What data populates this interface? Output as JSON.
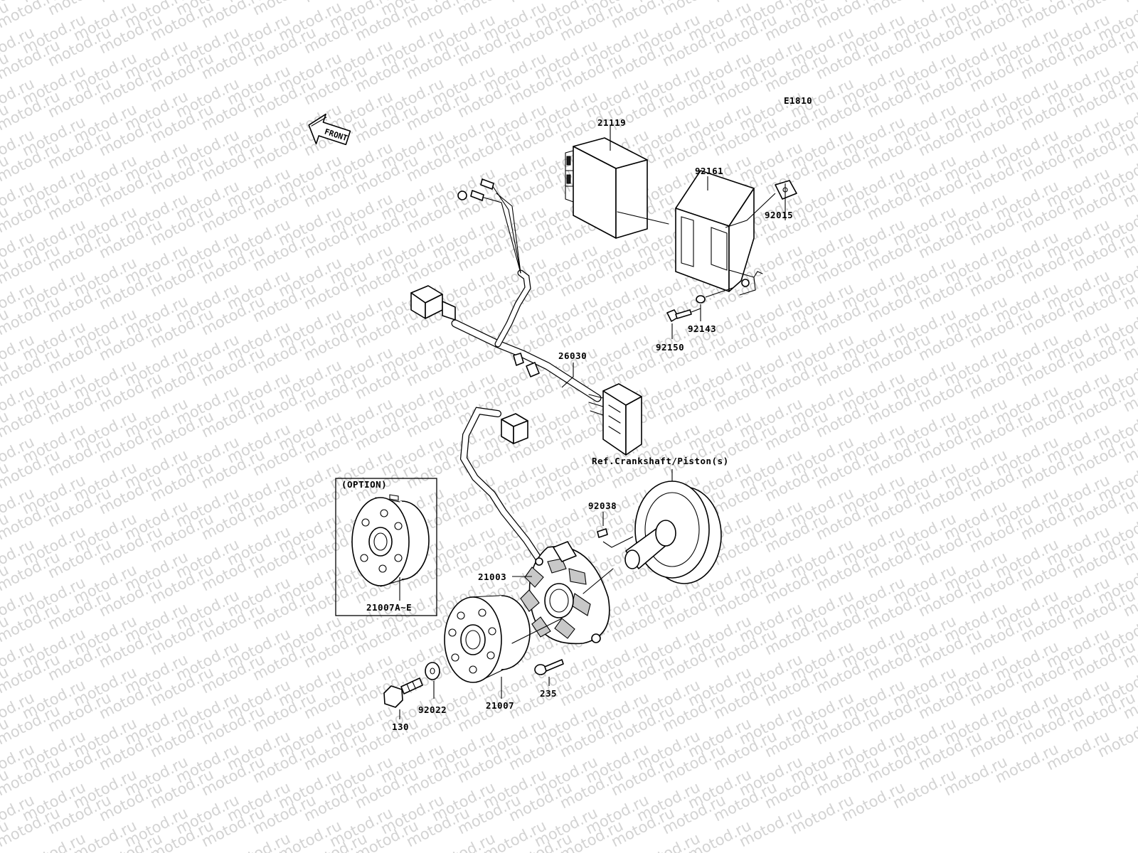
{
  "watermark": "motod.ru",
  "diagram_code": "E1810",
  "front_label": "FRONT",
  "reference_note": "Ref.Crankshaft/Piston(s)",
  "option_box": {
    "title": "(OPTION)",
    "part_number": "21007A~E"
  },
  "parts": {
    "ecu": "21119",
    "regulator": "92161",
    "bracket": "92015",
    "nut": "92143",
    "regulator_bolt": "92150",
    "wire_harness": "26030",
    "key": "92038",
    "stator": "21003",
    "flywheel": "21007",
    "washer": "92022",
    "flywheel_bolt": "130",
    "stator_screw": "235"
  }
}
